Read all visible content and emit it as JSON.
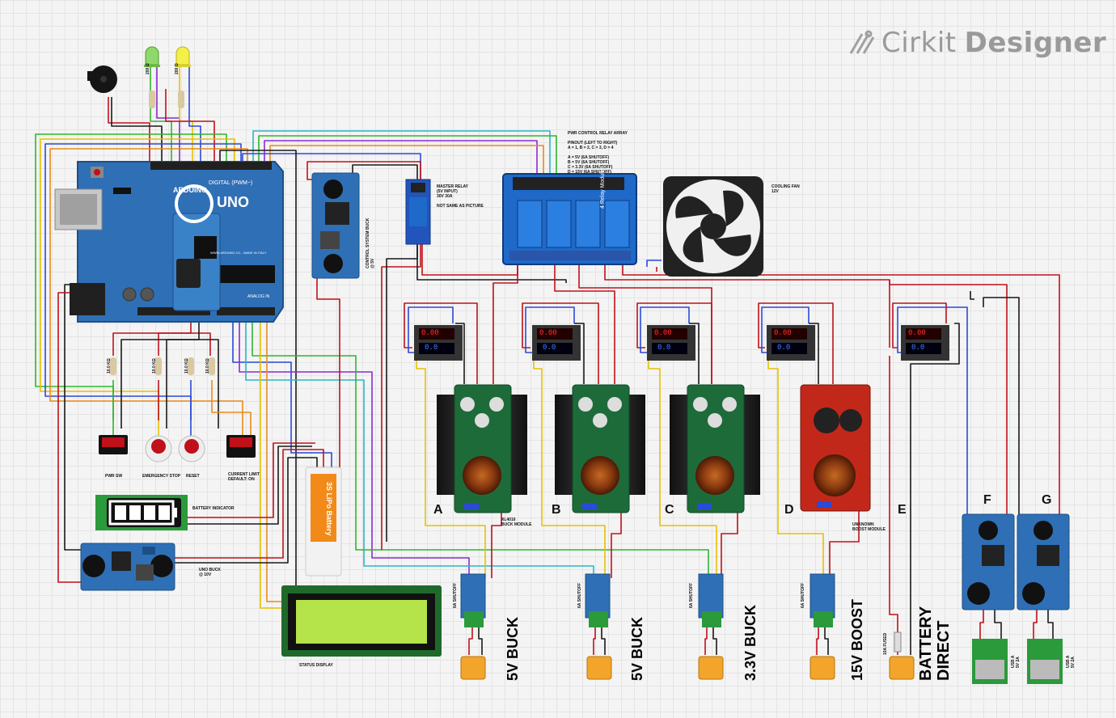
{
  "brand": {
    "name_light": "Cirkit",
    "name_bold": "Designer",
    "icon": "cirkit-logo-icon"
  },
  "arduino": {
    "board": "UNO",
    "maker": "ARDUINO",
    "digital_header": "DIGITAL (PWM~)",
    "analog_header": "ANALOG IN",
    "url": "WWW.ARDUINO.CC - MADE IN ITALY"
  },
  "resistors": {
    "led_value": "200 Ω",
    "switch_value": "10.0 kΩ"
  },
  "labels": {
    "relay_array_note": "PWR CONTROL RELAY ARRAY\n\nPINOUT (LEFT TO RIGHT)\nA = 1, B = 2, C = 3, D = 4\n\nA = 5V (6A SHUTOFF)\nB = 5V (6A SHUTOFF)\nC = 3.3V (6A SHUTOFF)\nD = 15V (6A SHUTOFF)",
    "master_relay": "MASTER RELAY\n(5V INPUT)\n30V 30A\n\nNOT SAME AS PICTURE",
    "cooling_fan": "COOLING FAN\n12V",
    "control_buck": "CONTROL SYSTEM BUCK\n@ 5V",
    "pwr_sw": "PWR SW",
    "emergency_stop": "EMERGENCY STOP",
    "reset": "RESET",
    "current_limit": "CURRENT LIMIT\nDEFAULT: ON",
    "battery_indicator": "BATTERY INDICATOR",
    "uno_buck": "UNO BUCK\n@ 10V",
    "status_display": "STATUS DISPLAY",
    "battery": "3S LiPo Battery",
    "xl4016": "XL4016\nBUCK MODULE",
    "boost": "UNKNOWN\nBOOST MODULE",
    "relay_module": "4 Relay Module",
    "shutoff": "6A SHUTOFF",
    "fused": "10A FUSED",
    "usb_a": "USB A\n5V 2A"
  },
  "channels": {
    "A": {
      "letter": "A",
      "output": "5V BUCK"
    },
    "B": {
      "letter": "B",
      "output": "5V BUCK"
    },
    "C": {
      "letter": "C",
      "output": "3.3V BUCK"
    },
    "D": {
      "letter": "D",
      "output": "15V BOOST"
    },
    "E": {
      "letter": "E",
      "output": "BATTERY DIRECT"
    },
    "F": {
      "letter": "F"
    },
    "G": {
      "letter": "G"
    }
  },
  "meter": {
    "volts": "0.00",
    "amps": "0.0"
  },
  "colors": {
    "red": "#c0101a",
    "black": "#1a1a1a",
    "yellow": "#e6c200",
    "green": "#2fb52f",
    "blue": "#2a4ad8",
    "purple": "#8c2ad0",
    "orange": "#ea8a1a",
    "cyan": "#28b7c8",
    "teal": "#2aa88a",
    "board": "#2f6fb5",
    "relay": "#1f69c8"
  }
}
